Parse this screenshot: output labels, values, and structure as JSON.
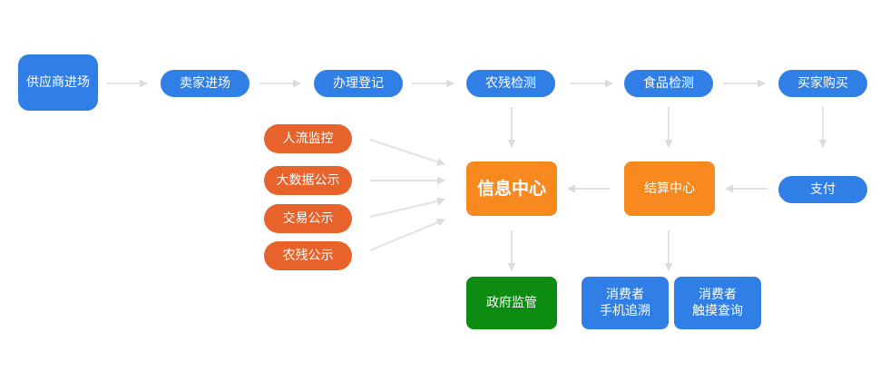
{
  "nodes": {
    "supplier": "供应商进场",
    "seller": "卖家进场",
    "register": "办理登记",
    "pesticide": "农残检测",
    "food": "食品检测",
    "buyer": "买家购买",
    "crowd": "人流监控",
    "bigdata": "大数据公示",
    "trade": "交易公示",
    "pesticide_pub": "农残公示",
    "info": "信息中心",
    "settle": "结算中心",
    "pay": "支付",
    "gov": "政府监管",
    "consumer_phone": "消费者\n手机追溯",
    "consumer_touch": "消费者\n触摸查询"
  },
  "colors": {
    "blue": "#2f7fe6",
    "red": "#e8632c",
    "orange": "#f7891f",
    "green": "#0c8c10",
    "arrow": "#e3e3e3"
  }
}
